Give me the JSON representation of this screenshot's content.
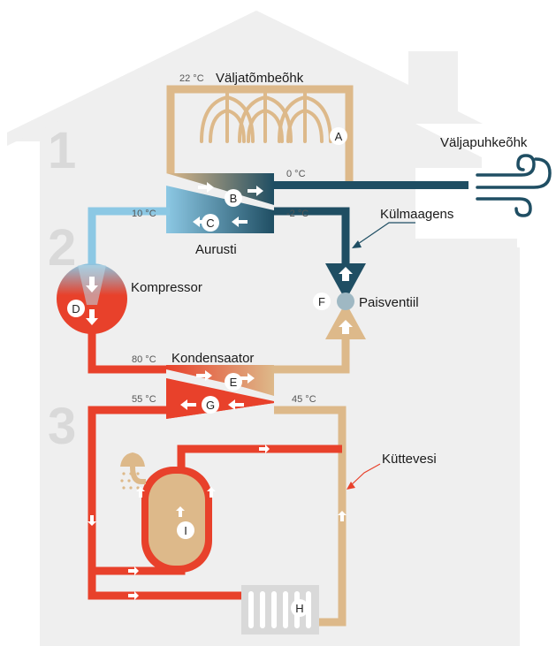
{
  "stages": [
    "1",
    "2",
    "3"
  ],
  "labels": {
    "exhaust_air": "Väljatõmbeõhk",
    "outgoing_air": "Väljapuhkeõhk",
    "refrigerant": "Külmaagens",
    "evaporator": "Aurusti",
    "compressor": "Kompressor",
    "expansion_valve": "Paisventiil",
    "condenser": "Kondensaator",
    "heating_water": "Küttevesi"
  },
  "temperatures": {
    "exhaust": "22 °C",
    "outgoing": "0 °C",
    "evap_in": "10 °C",
    "evap_out": "-2 °C",
    "cond_in": "80 °C",
    "cond_out_hot": "55 °C",
    "cond_return": "45 °C"
  },
  "markers": [
    "A",
    "B",
    "C",
    "D",
    "E",
    "F",
    "G",
    "H",
    "I"
  ],
  "colors": {
    "warm_air": "#ddb98a",
    "cold": "#1f4e63",
    "cool": "#8cc8e4",
    "hot": "#e8412b",
    "house": "#efefef",
    "valve": "#9fb8c3"
  }
}
